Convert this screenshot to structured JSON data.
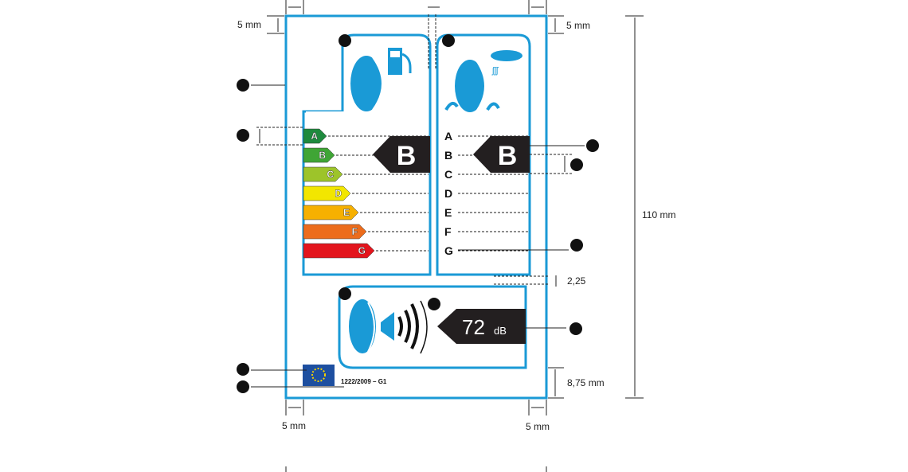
{
  "dimensions": {
    "top_left_margin": "5 mm",
    "top_right_margin": "5 mm",
    "height": "110 mm",
    "gap": "2,25",
    "bottom_band": "8,75 mm",
    "bottom_left_margin": "5 mm",
    "bottom_right_margin": "5 mm"
  },
  "fuel_efficiency": {
    "icon": "tyre-fuel-pump-icon",
    "classes": [
      "A",
      "B",
      "C",
      "D",
      "E",
      "F",
      "G"
    ],
    "class_colors": [
      "#1e8a3e",
      "#3fa535",
      "#9dc42a",
      "#f2e600",
      "#f6b000",
      "#ec6c1c",
      "#e3151d"
    ],
    "rating": "B"
  },
  "wet_grip": {
    "icon": "tyre-rain-cloud-icon",
    "classes": [
      "A",
      "B",
      "C",
      "D",
      "E",
      "F",
      "G"
    ],
    "rating": "B"
  },
  "noise": {
    "icon": "tyre-speaker-icon",
    "value": "72",
    "unit": "dB"
  },
  "regulation": "1222/2009 – G1",
  "colors": {
    "frame": "#1a9ad6",
    "arrow": "#231f20"
  }
}
